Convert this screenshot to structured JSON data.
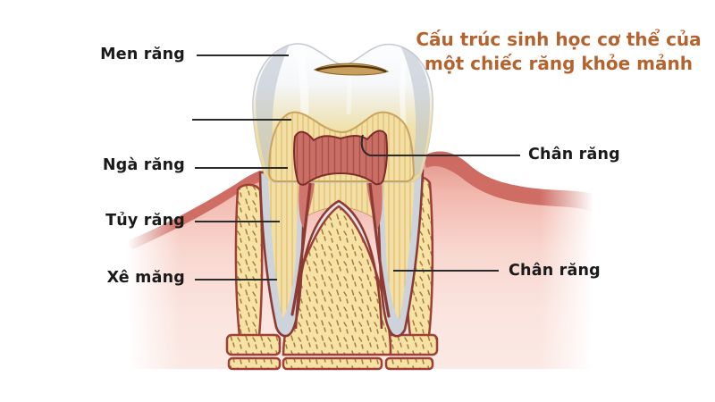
{
  "title": {
    "line1": "Cấu trúc sinh học cơ thể của",
    "line2": "một chiếc răng khỏe mảnh",
    "color": "#b5632e"
  },
  "labels": {
    "enamel": "Men răng",
    "dentin": "Ngà răng",
    "pulp": "Tủy răng",
    "cementum": "Xê măng",
    "root_upper": "Chân răng",
    "root_lower": "Chân răng"
  },
  "colors": {
    "title_text": "#b5632e",
    "label_text": "#1a1a1a",
    "leader_line": "#2b2b2b",
    "enamel": "#eef1f4",
    "enamel_shadow": "#bcc4cf",
    "dentin": "#f3dfa3",
    "dentin_stria": "#d9b468",
    "pulp": "#c96f66",
    "pulp_dark": "#7d2d28",
    "gum_dark_ridge": "#cb655c",
    "gum_light": "#f8d6cf",
    "bone": "#f7e2a6",
    "bone_dash": "#a5793a",
    "periodontal_outline": "#8e3a34"
  }
}
